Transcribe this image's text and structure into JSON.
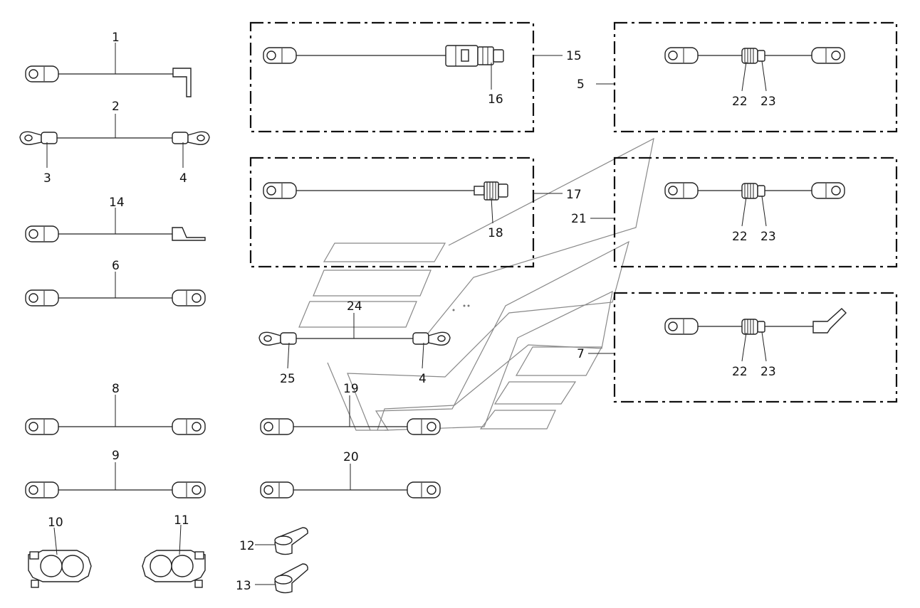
{
  "labels": {
    "l1": "1",
    "l2": "2",
    "l3": "3",
    "l4a": "4",
    "l4b": "4",
    "l5": "5",
    "l6": "6",
    "l7": "7",
    "l8": "8",
    "l9": "9",
    "l10": "10",
    "l11": "11",
    "l12": "12",
    "l13": "13",
    "l14": "14",
    "l15": "15",
    "l16": "16",
    "l17": "17",
    "l18": "18",
    "l19": "19",
    "l20": "20",
    "l21": "21",
    "l22a": "22",
    "l22b": "22",
    "l22c": "22",
    "l23a": "23",
    "l23b": "23",
    "l23c": "23",
    "l24": "24",
    "l25": "25"
  }
}
